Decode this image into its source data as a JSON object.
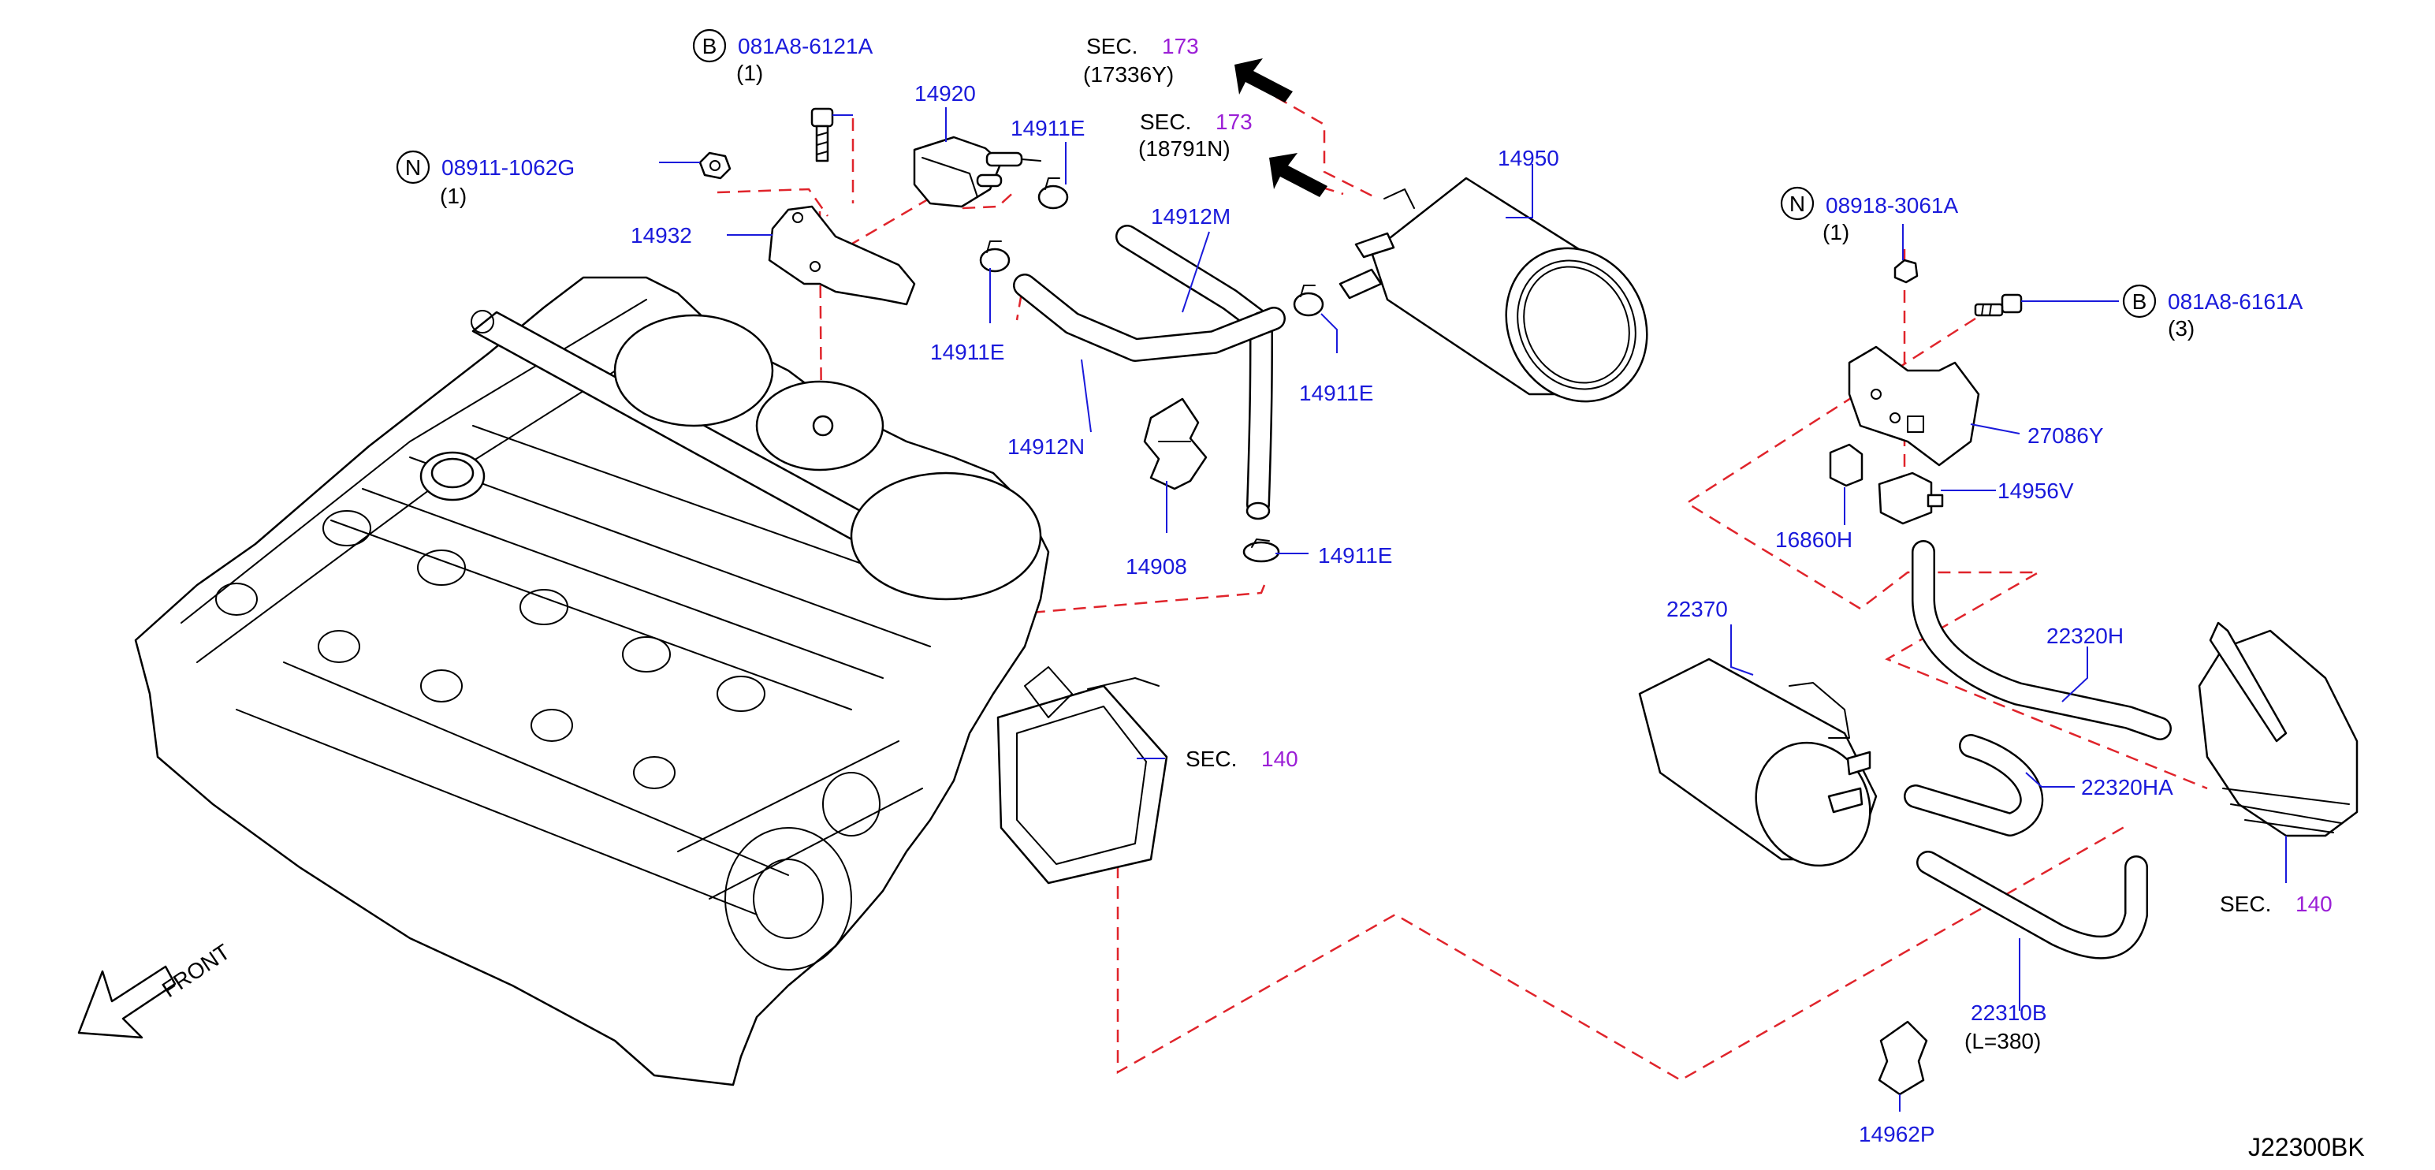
{
  "diagram_id": "J22300BK",
  "front_label": "FRONT",
  "circle_letters": {
    "bolt": "B",
    "nut": "N"
  },
  "colors": {
    "part_number": "#1a1adb",
    "section_number": "#9b1fd6",
    "leader_dash": "#e0242b",
    "outline": "#000000"
  },
  "parts": {
    "bolt_top": {
      "symbol": "B",
      "number": "081A8-6121A",
      "qty": "(1)"
    },
    "nut_left": {
      "symbol": "N",
      "number": "08911-1062G",
      "qty": "(1)"
    },
    "nut_right": {
      "symbol": "N",
      "number": "08918-3061A",
      "qty": "(1)"
    },
    "bolt_right": {
      "symbol": "B",
      "number": "081A8-6161A",
      "qty": "(3)"
    },
    "p14932": "14932",
    "p14920": "14920",
    "p14911e_a": "14911E",
    "p14911e_b": "14911E",
    "p14911e_c": "14911E",
    "p14911e_d": "14911E",
    "p14912m": "14912M",
    "p14912n": "14912N",
    "p14908": "14908",
    "p14950": "14950",
    "p27086y": "27086Y",
    "p14956v": "14956V",
    "p16860h": "16860H",
    "p22370": "22370",
    "p22320h": "22320H",
    "p22320ha": "22320HA",
    "p22310b": "22310B",
    "p22310b_len": "(L=380)",
    "p14962p": "14962P"
  },
  "sections": {
    "sec_17336y": {
      "prefix": "SEC.",
      "number": "173",
      "ref": "(17336Y)"
    },
    "sec_18791n": {
      "prefix": "SEC.",
      "number": "173",
      "ref": "(18791N)"
    },
    "sec_140_mid": {
      "prefix": "SEC.",
      "number": "140"
    },
    "sec_140_right": {
      "prefix": "SEC.",
      "number": "140"
    }
  }
}
